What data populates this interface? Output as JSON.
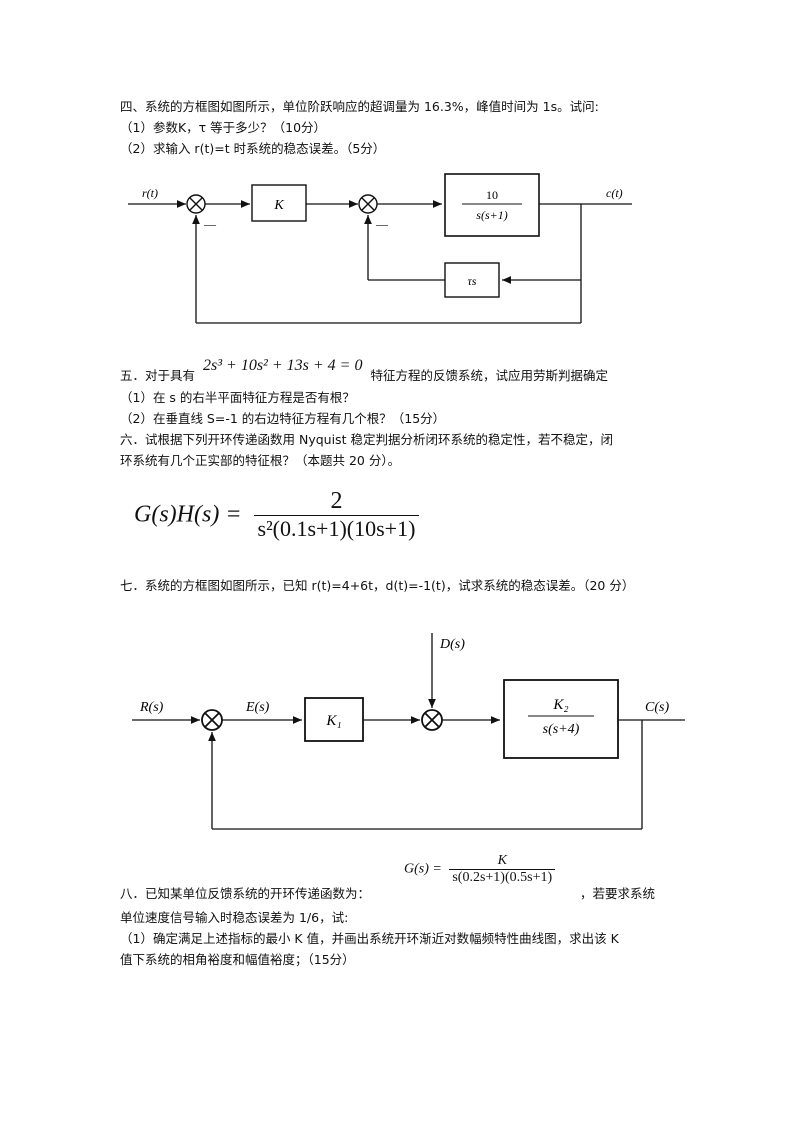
{
  "q4": {
    "title": "四、系统的方框图如图所示，单位阶跃响应的超调量为 16.3%，峰值时间为 1s。试问:",
    "sub1": "（1）参数K，τ 等于多少？（10分）",
    "sub2": "（2）求输入 r(t)=t 时系统的稳态误差。（5分）",
    "diagram": {
      "input": "r(t)",
      "output": "c(t)",
      "gain_block": "K",
      "plant_num": "10",
      "plant_den": "s(s+1)",
      "feedback_block": "τs",
      "minus1": "—",
      "minus2": "—"
    }
  },
  "q5": {
    "prefix": "五．对于具有",
    "equation": "2s³ + 10s² + 13s + 4 = 0",
    "suffix": "特征方程的反馈系统，试应用劳斯判据确定",
    "sub1": "（1）在 s 的右半平面特征方程是否有根？",
    "sub2": "（2）在垂直线 S=-1 的右边特征方程有几个根？（15分）"
  },
  "q6": {
    "line1": "六．试根据下列开环传递函数用 Nyquist 稳定判据分析闭环系统的稳定性，若不稳定，闭",
    "line2": "环系统有几个正实部的特征根？（本题共 20 分）。",
    "formula_lhs": "G(s)H(s) =",
    "formula_num": "2",
    "formula_den": "s²(0.1s+1)(10s+1)"
  },
  "q7": {
    "title": "七．系统的方框图如图所示，已知 r(t)=4+6t，d(t)=-1(t)，试求系统的稳态误差。（20 分）",
    "diagram": {
      "input": "R(s)",
      "error": "E(s)",
      "disturbance": "D(s)",
      "output": "C(s)",
      "gain_block": "K₁",
      "plant_num": "K₂",
      "plant_den": "s(s+4)"
    }
  },
  "q8": {
    "prefix": "八．已知某单位反馈系统的开环传递函数为：",
    "formula_lhs": "G(s) =",
    "formula_num": "K",
    "formula_den": "s(0.2s+1)(0.5s+1)",
    "suffix": "，若要求系统",
    "line2": "单位速度信号输入时稳态误差为 1/6，试:",
    "sub1_line1": "（1）确定满足上述指标的最小 K 值，并画出系统开环渐近对数幅频特性曲线图，求出该 K",
    "sub1_line2": "值下系统的相角裕度和幅值裕度；（15分）"
  }
}
